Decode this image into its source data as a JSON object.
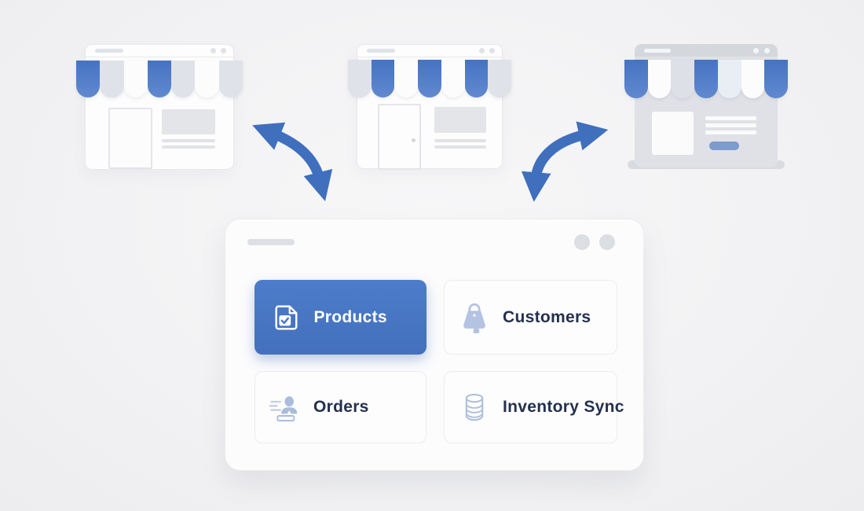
{
  "illustration": {
    "stores": [
      {
        "id": "storefront-left",
        "style": "outline",
        "awning_stripes": [
          "blue",
          "gray",
          "white",
          "blue",
          "gray",
          "white",
          "gray"
        ]
      },
      {
        "id": "storefront-center",
        "style": "outline",
        "awning_stripes": [
          "gray",
          "blue",
          "white",
          "blue",
          "white",
          "blue",
          "gray"
        ]
      },
      {
        "id": "storefront-right",
        "style": "solid",
        "awning_stripes": [
          "blue",
          "white",
          "gray",
          "blue",
          "pale",
          "white",
          "blue"
        ]
      }
    ],
    "arrows": [
      {
        "id": "arrow-left-store-dashboard",
        "direction": "bidirectional"
      },
      {
        "id": "arrow-dashboard-right-store",
        "direction": "bidirectional"
      }
    ]
  },
  "dashboard": {
    "window_controls": {
      "dots": 2
    },
    "tiles": [
      {
        "label": "Products",
        "icon": "image-check-icon",
        "state": "active"
      },
      {
        "label": "Customers",
        "icon": "bag-icon",
        "state": "default"
      },
      {
        "label": "Orders",
        "icon": "person-lines-icon",
        "state": "default"
      },
      {
        "label": "Inventory Sync",
        "icon": "database-icon",
        "state": "default"
      }
    ]
  },
  "colors": {
    "accent_blue": "#4a78c8",
    "arrow_blue": "#3f6fbd",
    "text_navy": "#25304e",
    "icon_periwinkle": "#b3c3e1",
    "canvas_bg": "#f2f2f4",
    "card_bg": "#fcfcfd"
  }
}
